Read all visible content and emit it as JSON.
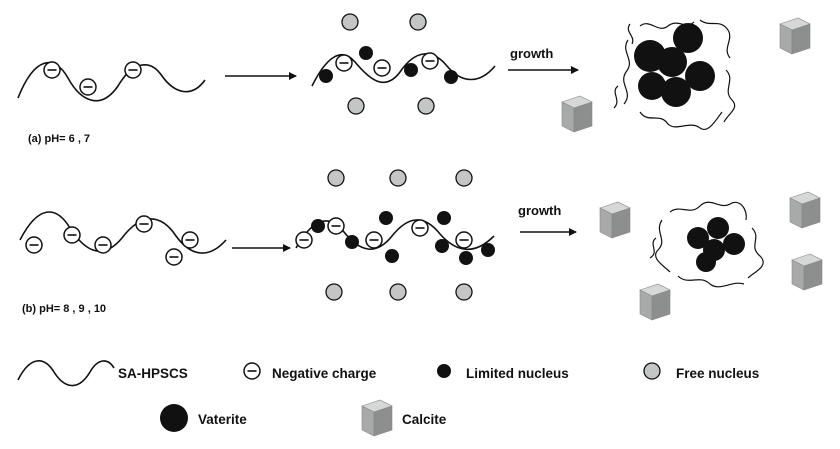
{
  "panel_a": {
    "caption": "(a) pH= 6 , 7",
    "arrow_label": "growth"
  },
  "panel_b": {
    "caption": "(b) pH= 8 , 9 , 10",
    "arrow_label": "growth"
  },
  "legend": {
    "polymer": "SA-HPSCS",
    "negative_charge": "Negative charge",
    "limited_nucleus": "Limited nucleus",
    "free_nucleus": "Free nucleus",
    "vaterite": "Vaterite",
    "calcite": "Calcite"
  },
  "colors": {
    "line": "#111111",
    "limited_nucleus": "#111111",
    "free_nucleus": "#c4c6c5",
    "calcite_front": "#a7aaa9",
    "calcite_top": "#d6d8d7",
    "calcite_side": "#8c8f8e"
  }
}
